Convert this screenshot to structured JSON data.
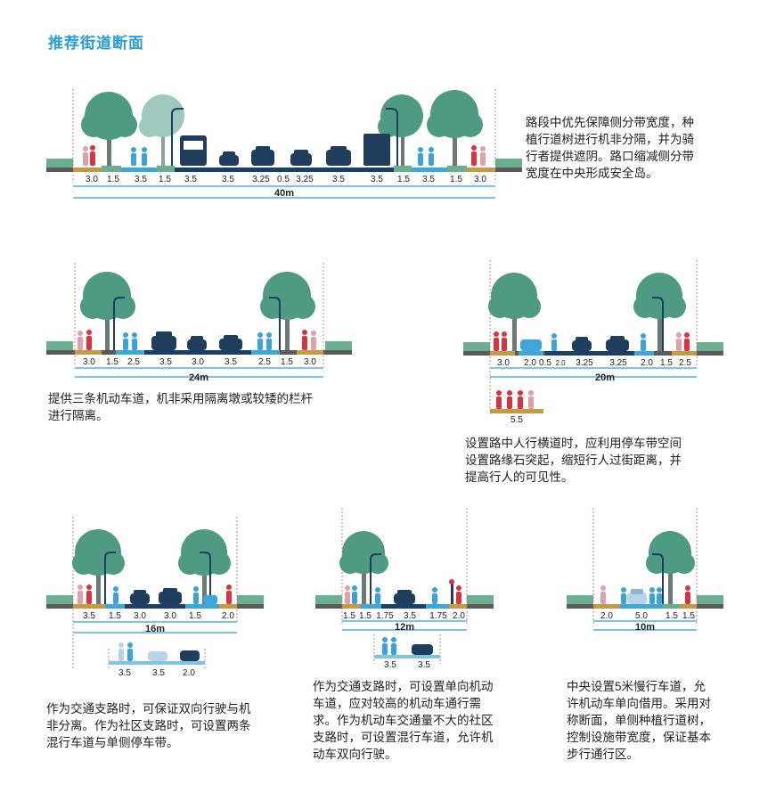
{
  "title": "推荐街道断面",
  "colors": {
    "title": "#2a9fd6",
    "tree": "#4f9a82",
    "tree_light": "#9ec7bd",
    "sidewalk": "#c49a45",
    "bike_lane": "#3ea6d8",
    "road": "#1b3f66",
    "car": "#1f3d5c",
    "pedestrian_red": "#d9333f",
    "pedestrian_blue": "#3aa3d9",
    "verge": "#6cae90",
    "dimension_line": "#7fc4e4"
  },
  "sections": [
    {
      "id": "s40",
      "total": "40m",
      "widths": [
        "3.0",
        "1.5",
        "3.5",
        "1.5",
        "3.5",
        "3.5",
        "3.25",
        "0.5",
        "3.25",
        "3.5",
        "3.5",
        "1.5",
        "3.5",
        "1.5",
        "3.0"
      ],
      "description": [
        "路段中优先保障侧分带宽度，种",
        "植行道树进行机非分隔，并为骑",
        "行者提供遮阴。路口缩减侧分带",
        "宽度在中央形成安全岛。"
      ]
    },
    {
      "id": "s24",
      "total": "24m",
      "widths": [
        "3.0",
        "1.5",
        "2.5",
        "3.5",
        "3.0",
        "3.5",
        "2.5",
        "1.5",
        "3.0"
      ],
      "description": [
        "提供三条机动车道，机非采用隔离墩或较矮的栏杆",
        "进行隔离。"
      ]
    },
    {
      "id": "s20",
      "total": "20m",
      "widths": [
        "3.0",
        "2.0",
        "0.5",
        "2.0",
        "3.25",
        "3.25",
        "2.0",
        "1.5",
        "2.5"
      ],
      "alt_widths": [
        "5.5"
      ],
      "description": [
        "设置路中人行横道时，应利用停车带空间",
        "设置路缘石突起，缩短行人过街距离，并",
        "提高行人的可见性。"
      ]
    },
    {
      "id": "s16",
      "total": "16m",
      "widths": [
        "3.5",
        "1.5",
        "3.0",
        "3.0",
        "1.5",
        "2.0"
      ],
      "alt_widths": [
        "3.5",
        "3.5",
        "2.0"
      ],
      "description": [
        "作为交通支路时，可保证双向行驶与机",
        "非分离。作为社区支路时，可设置两条",
        "混行车道与单侧停车带。"
      ]
    },
    {
      "id": "s12",
      "total": "12m",
      "widths": [
        "1.5",
        "1.5",
        "1.75",
        "3.5",
        "1.75",
        "2.0"
      ],
      "alt_widths": [
        "3.5",
        "3.5"
      ],
      "description": [
        "作为交通支路时，可设置单向机动",
        "车道，应对较高的机动车通行需",
        "求。作为机动车交通量不大的社区",
        "支路时，可设置混行车道，允许机",
        "动车双向行驶。"
      ]
    },
    {
      "id": "s10",
      "total": "10m",
      "widths": [
        "2.0",
        "5.0",
        "1.5",
        "1.5"
      ],
      "description": [
        "中央设置5米慢行车道，允",
        "许机动车单向借用。采用对",
        "称断面，单侧种植行道树，",
        "控制设施带宽度，保证基本",
        "步行通行区。"
      ]
    }
  ]
}
